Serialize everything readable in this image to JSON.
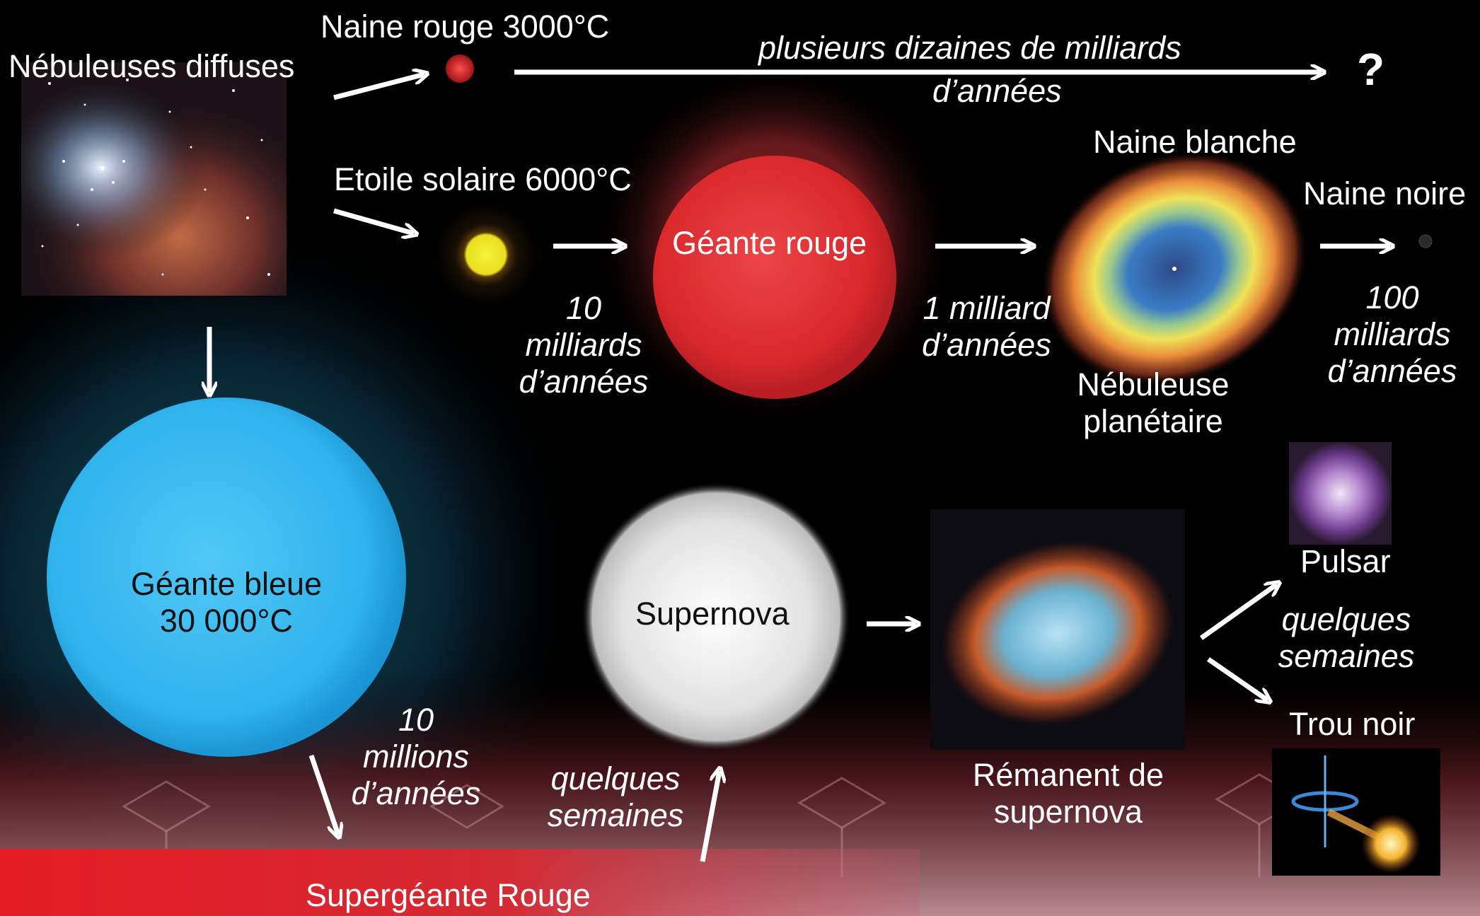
{
  "labels": {
    "nebuleuses": "Nébuleuses diffuses",
    "naine_rouge": "Naine rouge  3000°C",
    "plusieurs_1": "plusieurs dizaines de milliards",
    "plusieurs_2": "d’années",
    "question": "?",
    "etoile_solaire": "Etoile solaire  6000°C",
    "geante_rouge": "Géante rouge",
    "naine_blanche": "Naine blanche",
    "naine_noire": "Naine noire",
    "dix_mds_1": "10",
    "dix_mds_2": "milliards",
    "dix_mds_3": "d’années",
    "un_md_1": "1 milliard",
    "un_md_2": "d’années",
    "neb_plan_1": "Nébuleuse",
    "neb_plan_2": "planétaire",
    "cent_mds_1": "100",
    "cent_mds_2": "milliards",
    "cent_mds_3": "d’années",
    "geante_bleue_1": "Géante bleue",
    "geante_bleue_2": "30 000°C",
    "supernova": "Supernova",
    "pulsar": "Pulsar",
    "qq_sem_right_1": "quelques",
    "qq_sem_right_2": "semaines",
    "trou_noir": "Trou noir",
    "dix_mio_1": "10",
    "dix_mio_2": "millions",
    "dix_mio_3": "d’années",
    "qq_sem_left_1": "quelques",
    "qq_sem_left_2": "semaines",
    "remanent_1": "Rémanent de",
    "remanent_2": "supernova",
    "supergeante": "Supergéante Rouge"
  },
  "colors": {
    "red_dwarf": "#d8282a",
    "sun": "#f2ee2c",
    "red_giant": "#e0353a",
    "blue_giant": "#2fb6ee",
    "supernova": "#e8e8e8",
    "supergiant_band": "#e41c24"
  }
}
